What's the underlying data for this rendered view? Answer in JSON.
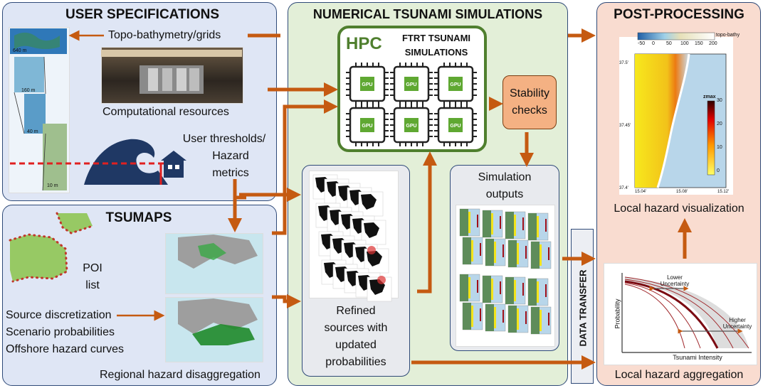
{
  "panels": {
    "user_specs": {
      "title": "USER SPECIFICATIONS",
      "topo": "Topo-bathymetry/grids",
      "computational": "Computational resources",
      "thresholds_l1": "User thresholds/",
      "thresholds_l2": "Hazard",
      "thresholds_l3": "metrics",
      "grid_labels": [
        "640 m",
        "160 m",
        "40 m",
        "10 m"
      ]
    },
    "tsumaps": {
      "title": "TSUMAPS",
      "poi_l1": "POI",
      "poi_l2": "list",
      "lines": [
        "Source discretization",
        "Scenario probabilities",
        "Offshore hazard curves"
      ],
      "regional": "Regional hazard disaggregation"
    },
    "numerical": {
      "title": "NUMERICAL TSUNAMI SIMULATIONS",
      "hpc": "HPC",
      "ftrt_l1": "FTRT TSUNAMI",
      "ftrt_l2": "SIMULATIONS",
      "gpu_label": "GPU",
      "stability_l1": "Stability",
      "stability_l2": "checks",
      "outputs_l1": "Simulation",
      "outputs_l2": "outputs",
      "refined": [
        "Refined",
        "sources with",
        "updated",
        "probabilities"
      ],
      "data_transfer": "DATA TRANSFER"
    },
    "post": {
      "title": "POST-PROCESSING",
      "visualization": "Local hazard visualization",
      "aggregation": "Local hazard aggregation",
      "colorbar_ticks": [
        "-50",
        "0",
        "50",
        "100",
        "150",
        "200"
      ],
      "colorbar_label": "topo-bathy",
      "zmax_label": "zmax",
      "zmax_ticks": [
        "30",
        "20",
        "10",
        "0"
      ],
      "lat_ticks": [
        "37.5'",
        "37.45'",
        "37.4'"
      ],
      "lon_ticks": [
        "15.04'",
        "15.08'",
        "15.12'"
      ],
      "curve_lower": "Lower",
      "curve_lower2": "Uncertainty",
      "curve_higher": "Higher",
      "curve_higher2": "Uncertainty",
      "curve_xlabel": "Tsunami Intensity",
      "curve_ylabel": "Probability"
    }
  },
  "colors": {
    "panel_blue": "#dfe6f5",
    "panel_green": "#e3efd8",
    "panel_pink": "#f9dcd0",
    "arrow": "#c55a11",
    "hpc_green": "#4f7f2e",
    "stability": "#f4b183"
  }
}
